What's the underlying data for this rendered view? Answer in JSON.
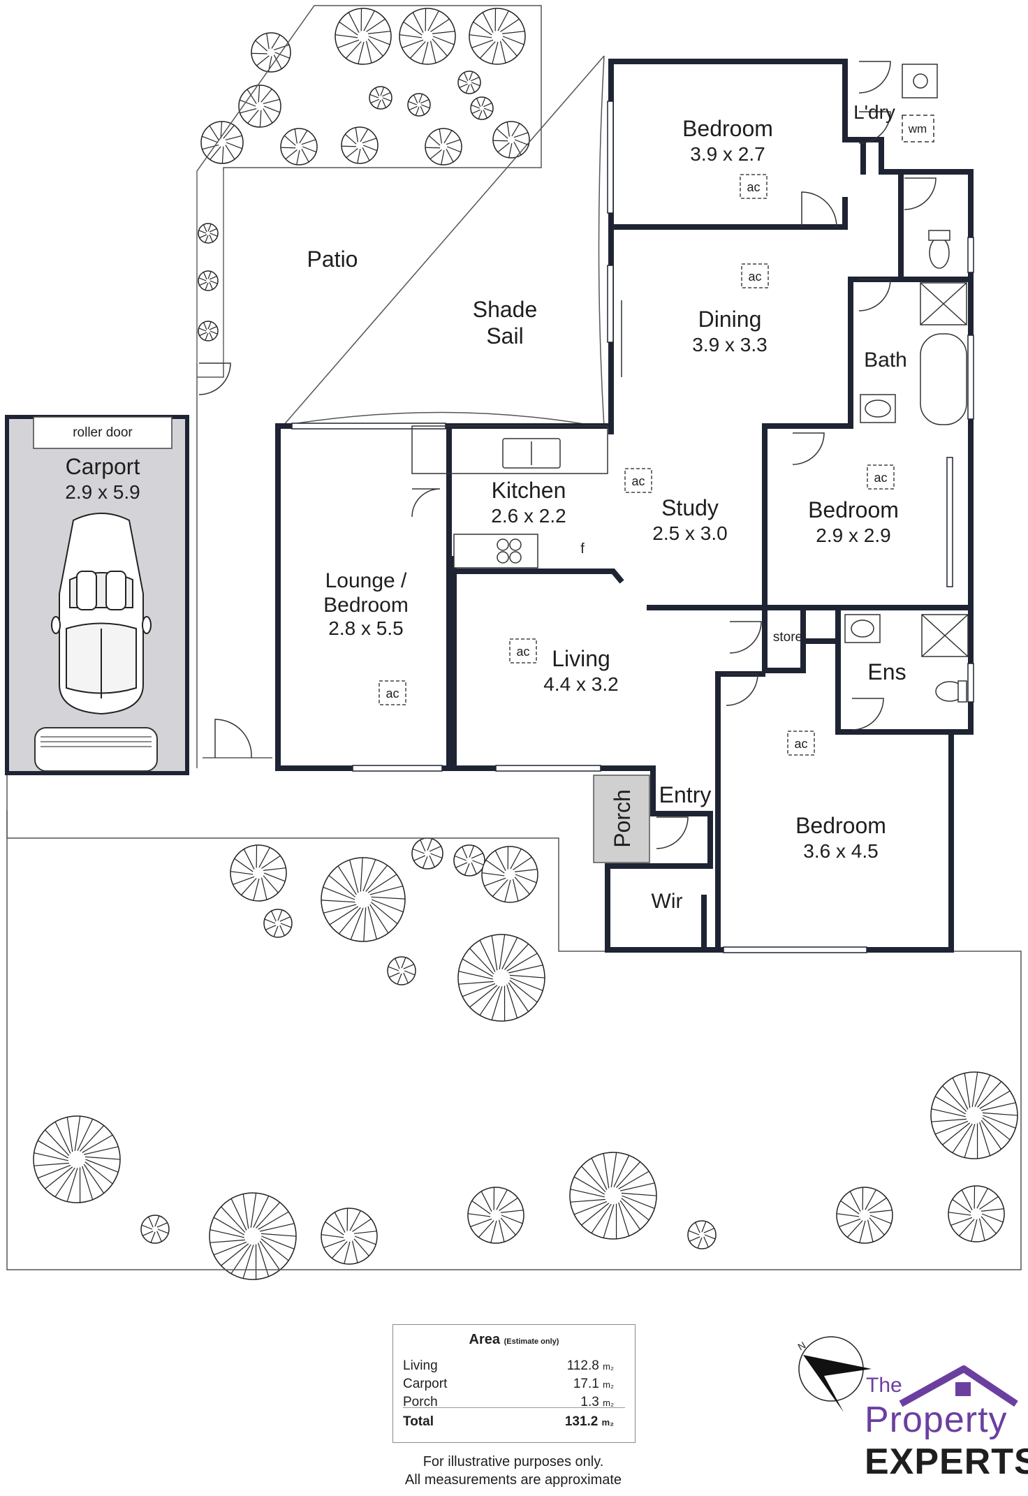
{
  "rooms": {
    "bedroom1": {
      "name": "Bedroom",
      "dims": "3.9 x 2.7"
    },
    "laundry": {
      "name": "L'dry",
      "wm": "wm"
    },
    "dining": {
      "name": "Dining",
      "dims": "3.9 x 3.3"
    },
    "bath": {
      "name": "Bath"
    },
    "patio": {
      "name": "Patio"
    },
    "shade_sail_1": "Shade",
    "shade_sail_2": "Sail",
    "carport": {
      "name": "Carport",
      "dims": "2.9 x 5.9",
      "roller_door": "roller door"
    },
    "kitchen": {
      "name": "Kitchen",
      "dims": "2.6 x 2.2",
      "fridge": "f"
    },
    "study": {
      "name": "Study",
      "dims": "2.5 x 3.0"
    },
    "bedroom2": {
      "name": "Bedroom",
      "dims": "2.9 x 2.9"
    },
    "lounge": {
      "name1": "Lounge /",
      "name2": "Bedroom",
      "dims": "2.8 x 5.5"
    },
    "living": {
      "name": "Living",
      "dims": "4.4 x 3.2"
    },
    "store": {
      "name": "store"
    },
    "ens": {
      "name": "Ens"
    },
    "entry": {
      "name": "Entry"
    },
    "porch": {
      "name": "Porch"
    },
    "bedroom3": {
      "name": "Bedroom",
      "dims": "3.6 x 4.5"
    },
    "wir": {
      "name": "Wir"
    }
  },
  "ac_label": "ac",
  "area_table": {
    "title": "Area",
    "subtitle": "(Estimate only)",
    "unit": "m₂",
    "rows": [
      {
        "label": "Living",
        "value": "112.8"
      },
      {
        "label": "Carport",
        "value": "17.1"
      },
      {
        "label": "Porch",
        "value": "1.3"
      }
    ],
    "total": {
      "label": "Total",
      "value": "131.2"
    }
  },
  "disclaimer": {
    "line1": "For illustrative purposes only.",
    "line2": "All measurements are approximate"
  },
  "logo": {
    "line1": "The",
    "line2": "Property",
    "line3": "EXPERTS"
  },
  "colors": {
    "wall": "#1e2433",
    "carport_fill": "#d4d4d8",
    "porch_fill": "#d0d0d0",
    "logo_purple": "#6b3fa0"
  }
}
